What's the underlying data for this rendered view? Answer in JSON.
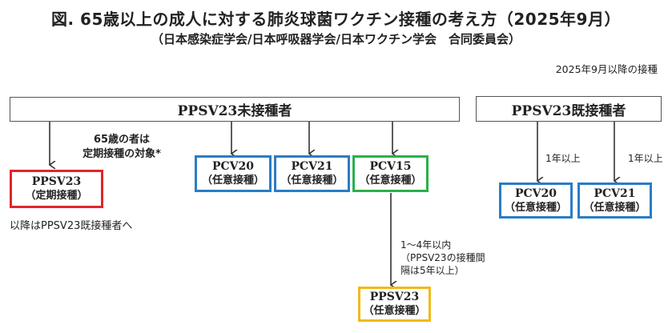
{
  "title": "図. 65歳以上の成人に対する肺炎球菌ワクチン接種の考え方（2025年9月）",
  "subtitle": "（日本感染症学会/日本呼吸器学会/日本ワクチン学会　合同委員会）",
  "note_top": "2025年9月以降の接種",
  "colors": {
    "red": "#e0262b",
    "blue": "#2b7cc6",
    "green": "#2bb04a",
    "yellow": "#f2b918"
  },
  "naive": {
    "header": "PPSV23未接種者",
    "note_65": [
      "65歳の者は",
      "定期接種の対象*"
    ],
    "ppsv23_routine": {
      "name": "PPSV23",
      "type": "（定期接種）"
    },
    "after_note": "以降はPPSV23既接種者へ",
    "pcv20": {
      "name": "PCV20",
      "type": "（任意接種）"
    },
    "pcv21": {
      "name": "PCV21",
      "type": "（任意接種）"
    },
    "pcv15": {
      "name": "PCV15",
      "type": "（任意接種）"
    },
    "interval_note": [
      "1～4年以内",
      "（PPSV23の接種間",
      "隔は5年以上）"
    ],
    "ppsv23_optional": {
      "name": "PPSV23",
      "type": "（任意接種）"
    }
  },
  "vaccinated": {
    "header": "PPSV23既接種者",
    "interval1": "1年以上",
    "interval2": "1年以上",
    "pcv20": {
      "name": "PCV20",
      "type": "（任意接種）"
    },
    "pcv21": {
      "name": "PCV21",
      "type": "（任意接種）"
    }
  }
}
